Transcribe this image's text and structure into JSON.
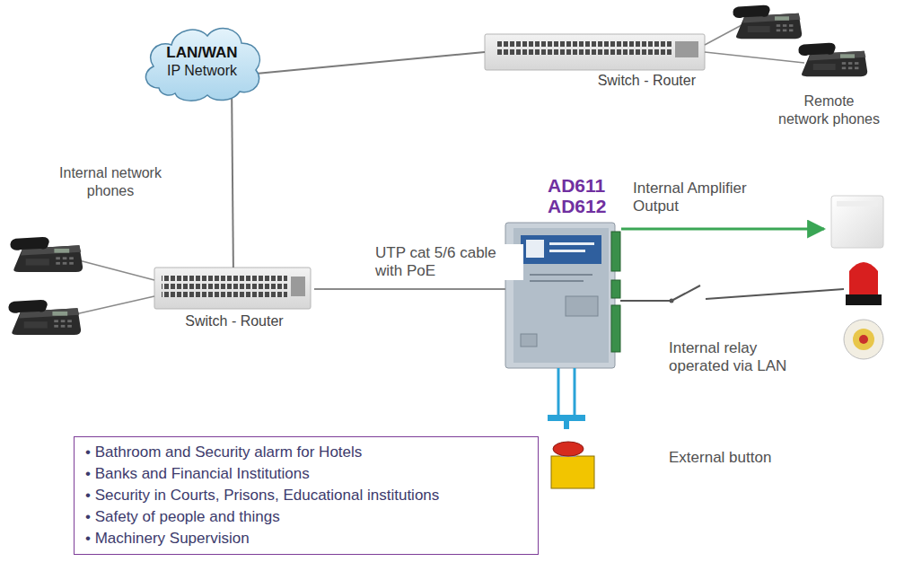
{
  "diagram": {
    "nodes": [
      {
        "text": [
          "LAN/WAN",
          "IP Network"
        ]
      },
      {
        "text": [
          "Switch - Router"
        ]
      },
      {
        "text": [
          "AD611 AD612"
        ]
      },
      {
        "text": [
          "Switch - Router"
        ]
      },
      {
        "text": [
          "• Bathroom and Security alarm for Hotels",
          "• Banks and Financial Institutions",
          "• Security in Courts, Prisons, Educational institutions",
          "• Safety of people and things",
          "• Machinery Supervision"
        ]
      }
    ],
    "edges": [
      {
        "from": 0,
        "to": 1,
        "arrow": "none"
      },
      {
        "from": 0,
        "to": 3,
        "arrow": "none"
      },
      {
        "from": 3,
        "to": 2,
        "label": "UTP cat 5/6 cable with PoE",
        "arrow": "none"
      }
    ],
    "labels": [
      "Internal network phones",
      "Remote network phones",
      "Internal Amplifier Output",
      "Internal relay operated via LAN",
      "External button"
    ]
  }
}
